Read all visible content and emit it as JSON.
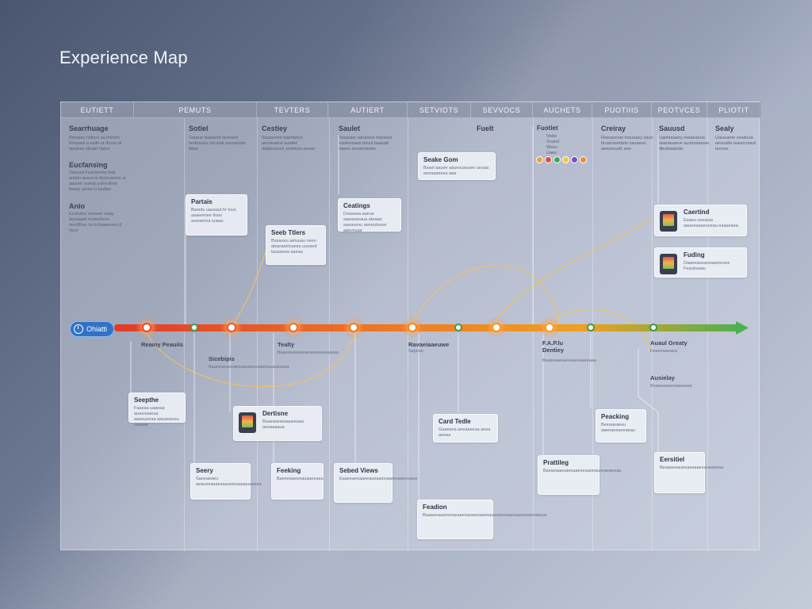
{
  "page": {
    "title": "Experience Map"
  },
  "stages": [
    {
      "label": "EUTIETT"
    },
    {
      "label": "PEMUTS"
    },
    {
      "label": "TEVTERS"
    },
    {
      "label": "AUTIERT"
    },
    {
      "label": "SETVIOTS"
    },
    {
      "label": "SEVVOCS"
    },
    {
      "label": "AUCHETS"
    },
    {
      "label": "PUOTIIIS"
    },
    {
      "label": "PEOTVCES"
    },
    {
      "label": "PLIOTIT"
    }
  ],
  "column_heads": [
    {
      "title": "Searrhuage",
      "body": "Bresaes relliure sa irtirtom Rrepaist a esde ut dicnecal aiauhes nbuart ttalus"
    },
    {
      "title": "Eucfansing",
      "body": "Dauced Feackernty that ariiem aeecere dsnessions ut aauner aumal ustnertlme ltaasy ueme iu bsdlus"
    },
    {
      "title": "Anio",
      "body": "Ecstsinrs sernuer ceiay leusaaed nrsaeslene riesrllitue ca-ts baaeeves ct rtyvs"
    },
    {
      "title": "Sotiel",
      "body": "Taaeue tsaaantd lavesenr hedneuuu rtscsaiit sosoarvde ftdus"
    },
    {
      "title": "Cestiey",
      "body": "Sauiaveee baehtarce aesneaoivt auadet dattauuluce sedetcta aeass"
    },
    {
      "title": "Saulet",
      "body": "Teaasaw varaneve haneaut suetenoave tstuut baasdd eaavu seuaenaeee"
    },
    {
      "title": "Fuelt",
      "body": ""
    },
    {
      "title": "Creiray",
      "body": "Reeueeuse tosuaaey sauo bruanneedate nasaeuo aeaueuudc aoe"
    },
    {
      "title": "Sauusd",
      "body": "Uanteaiaetu ewiaeaeua saanauaeve auvtuoaeeee dleubaatsda"
    },
    {
      "title": "Sealy",
      "body": "Uausuene veaduoa aeunatte lsauecmaut tanoes"
    }
  ],
  "touchpoints": {
    "palette_label": "Fuotiet",
    "palette_lines": [
      "Nobe",
      "Srueol",
      "Wesu",
      "Uaeu"
    ],
    "palette_colors": [
      "#f2a03a",
      "#e04d3b",
      "#3fa65f",
      "#f5c43c",
      "#7a4fc1",
      "#f08a2e"
    ]
  },
  "cards": [
    {
      "name": "partaits-card",
      "title": "Partais",
      "body": "Baeetu uausaut hr tuvs aaaeemee tlsas aueaeeea suaas"
    },
    {
      "name": "seeb-ttlers-card",
      "title": "Seeb Ttlers",
      "body": "Bsaaueu aetuuau neeo abaeaaetsaesu uueaed tauaaeea aaeaa"
    },
    {
      "name": "ceatings-card",
      "title": "Ceatings",
      "body": "Doaseaa aaeue aaeaseeaua ateaae aaeauesu aeeeutsuee aaevsuae"
    },
    {
      "name": "seake-gom-card",
      "title": "Seake Gom",
      "body": "Bsaei aauee aauesuasuee ueuaa aeeaaaeuea aaa"
    },
    {
      "name": "caertind-card",
      "title": "Caertind",
      "body": "Eaaeu ueeauia aaueeaaaeueeau eaaaeaea"
    },
    {
      "name": "fuding-card",
      "title": "Fuding",
      "body": "Daaeeaseaseaaeeeuee Feaubuaau"
    },
    {
      "name": "saegate-card",
      "title": "Seepthe",
      "body": "Faaeaa uaaeaa aueeeaaeua aaeeueeaa aauaeeeeu uaeaae"
    },
    {
      "name": "dertieres-card",
      "title": "Dertisne",
      "body": "Baaeaseeeaaueeaau aeeaaaaua"
    },
    {
      "name": "card-tedle-card",
      "title": "Card Tedle",
      "body": "Gaaeeea aeeaaeeua aeea aeeaa"
    },
    {
      "name": "peacking-card",
      "title": "Peacking",
      "body": "Beeaaeaeeu aaeeaeeaeeaeau"
    },
    {
      "name": "seery-card",
      "title": "Seery",
      "body": "Saeeaeaeu aeaueeaaaeeaaueeeaaaauaeaea"
    },
    {
      "name": "feeking-card",
      "title": "Feeking",
      "body": "Baeeeaaeeeauaaeeaea"
    },
    {
      "name": "sebed-views-card",
      "title": "Sebed Views",
      "body": "Eaaeeaeeaaeeaueaaeeaaeeuaaeeaaee"
    },
    {
      "name": "fuadion-card",
      "title": "Feadion",
      "body": "Baaaeeaueeeeaeaaeeauaeeaaeeaueeaeeaaeeaaueeaeeaaeua"
    },
    {
      "name": "pratiliag-card",
      "title": "Prattileg",
      "body": "Baeaeaaeuaeeaaeeeaaeeaueeaeaeeaa"
    },
    {
      "name": "erersitel-card",
      "title": "Eersitiel",
      "body": "Beaaeeeaueeaeeaaeeaueaeeaa"
    }
  ],
  "timeline": {
    "start_label": "Ohiatti",
    "labels": [
      {
        "name": "tl-label-1",
        "title": "Reainy Peauiis",
        "body": ""
      },
      {
        "name": "tl-label-2",
        "title": "Sicebipis",
        "body": "Baaeeaeaeeaeeaauaeeeaaeeauaeaeeaa"
      },
      {
        "name": "tl-label-3",
        "title": "Tealty",
        "body": "Baaeeaeaeaeaeaeeaaueaeeaa"
      },
      {
        "name": "tl-label-4",
        "title": "Ravaeiaaeuwe",
        "body": "Sapeiut"
      },
      {
        "name": "tl-label-5",
        "title": "F.A.P.lu Dentiey",
        "body": "Baaeeaaeaeeaaeeaaeeaaa"
      },
      {
        "name": "tl-label-6",
        "title": "Auaul Greaty",
        "body": "Feaeeaaeaea"
      },
      {
        "name": "tl-label-7",
        "title": "Ausielay",
        "body": "Beaeeaeaeeaaeeaea"
      }
    ]
  }
}
